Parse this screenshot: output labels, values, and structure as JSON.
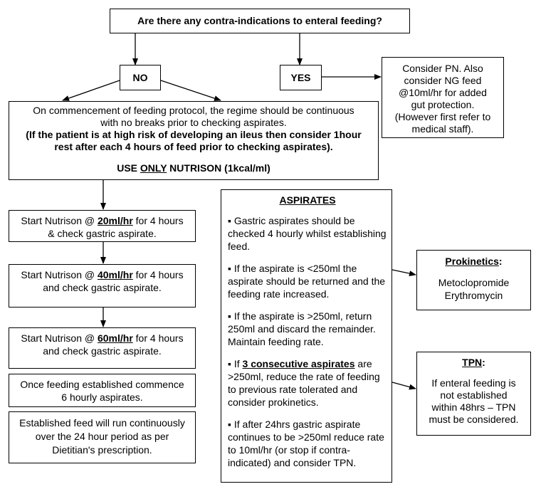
{
  "question": "Are there any contra-indications to enteral feeding?",
  "no_label": "NO",
  "yes_label": "YES",
  "consider_pn": {
    "line1": "Consider PN.  Also",
    "line2": "consider NG feed",
    "line3": "@10ml/hr for added",
    "line4": "gut protection.",
    "line5": "(However first refer to",
    "line6": "medical staff)."
  },
  "protocol": {
    "line1": "On commencement of feeding protocol, the regime should be continuous",
    "line2": "with no breaks prior to checking aspirates.",
    "bold1": "(If the patient is at high risk of developing an ileus then consider 1hour",
    "bold2": "rest after each 4 hours of feed prior to checking aspirates).",
    "use_pre": "USE ",
    "use_only": "ONLY",
    "use_post": " NUTRISON (1kcal/ml)"
  },
  "step1": {
    "pre": "Start Nutrison @ ",
    "rate": "20ml/hr",
    "post": " for 4 hours",
    "line2": "& check gastric aspirate."
  },
  "step2": {
    "pre": "Start Nutrison @ ",
    "rate": "40ml/hr",
    "post": " for 4 hours",
    "line2": "and check gastric aspirate."
  },
  "step3": {
    "pre": "Start Nutrison @ ",
    "rate": "60ml/hr",
    "post": " for 4 hours",
    "line2": "and check gastric aspirate."
  },
  "established": {
    "line1": "Once feeding established commence",
    "line2": "6 hourly aspirates."
  },
  "continuous": {
    "line1": "Established feed will run continuously",
    "line2": "over the 24 hour period as per",
    "line3": "Dietitian's prescription."
  },
  "aspirates": {
    "title": "ASPIRATES",
    "bullet": "▪",
    "p1": "Gastric aspirates should be checked 4 hourly whilst establishing feed.",
    "p2": "If the aspirate is <250ml the aspirate should be returned and the feeding rate increased.",
    "p3": "If the aspirate is >250ml, return 250ml and discard the remainder. Maintain feeding rate.",
    "p4_pre": "If ",
    "p4_u": "3 consecutive aspirates",
    "p4_post": " are >250ml, reduce the rate of feeding to previous rate tolerated and consider prokinetics.",
    "p5": "If after 24hrs gastric aspirate continues to be >250ml reduce rate to 10ml/hr (or stop if contra-indicated) and consider TPN."
  },
  "prokinetics": {
    "title": "Prokinetics",
    "colon": ":",
    "drug1": "Metoclopromide",
    "drug2": "Erythromycin"
  },
  "tpn": {
    "title": "TPN",
    "colon": ":",
    "line1": "If enteral feeding is",
    "line2": "not established",
    "line3": "within 48hrs – TPN",
    "line4": "must be considered."
  }
}
